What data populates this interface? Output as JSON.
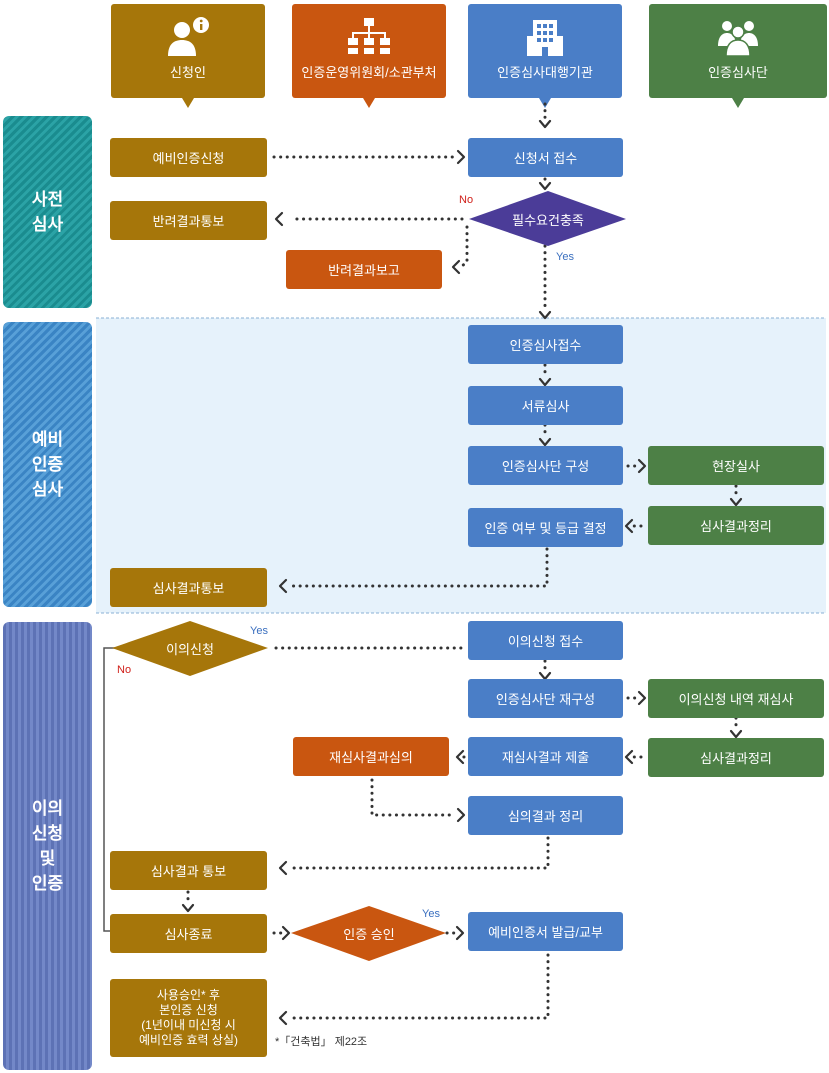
{
  "headers": [
    {
      "label": "신청인",
      "icon": "person-info-icon",
      "color": "#a6760a"
    },
    {
      "label": "인증운영위원회/소관부처",
      "icon": "org-chart-icon",
      "color": "#c95610"
    },
    {
      "label": "인증심사대행기관",
      "icon": "building-icon",
      "color": "#4a7ec7"
    },
    {
      "label": "인증심사단",
      "icon": "group-icon",
      "color": "#4d8046"
    }
  ],
  "sections": {
    "pre_review": "사전\n심사",
    "preliminary": "예비\n인증\n심사",
    "objection": "이의\n신청\n및\n인증"
  },
  "steps": {
    "prelim_apply": "예비인증신청",
    "receipt": "신청서 접수",
    "requirements": "필수요건충족",
    "return_notice": "반려결과통보",
    "return_report": "반려결과보고",
    "review_receipt": "인증심사접수",
    "doc_review": "서류심사",
    "team_formation": "인증심사단 구성",
    "site_review": "현장실사",
    "result_summary": "심사결과정리",
    "decision": "인증 여부 및 등급 결정",
    "result_notice": "심사결과통보",
    "objection": "이의신청",
    "objection_receipt": "이의신청 접수",
    "team_reformation": "인증심사단 재구성",
    "objection_rereview": "이의신청 내역 재심사",
    "result_summary2": "심사결과정리",
    "rereview_submit": "재심사결과 제출",
    "rereview_deliberation": "재심사결과심의",
    "deliberation_summary": "심의결과 정리",
    "result_notice2": "심사결과 통보",
    "review_end": "심사종료",
    "cert_approval": "인증 승인",
    "cert_issue": "예비인증서 발급/교부",
    "final_apply": "사용승인* 후\n본인증 신청\n(1년이내 미신청 시\n예비인증 효력 상실)"
  },
  "labels": {
    "yes": "Yes",
    "no": "No"
  },
  "footnote": "*「건축법」 제22조",
  "colors": {
    "applicant": "#a6760a",
    "committee": "#c95610",
    "agency": "#4a7ec7",
    "team": "#4d8046",
    "diamond_requirements": "#4b3c98",
    "diamond_objection": "#a6760a",
    "diamond_approval": "#c95610"
  }
}
